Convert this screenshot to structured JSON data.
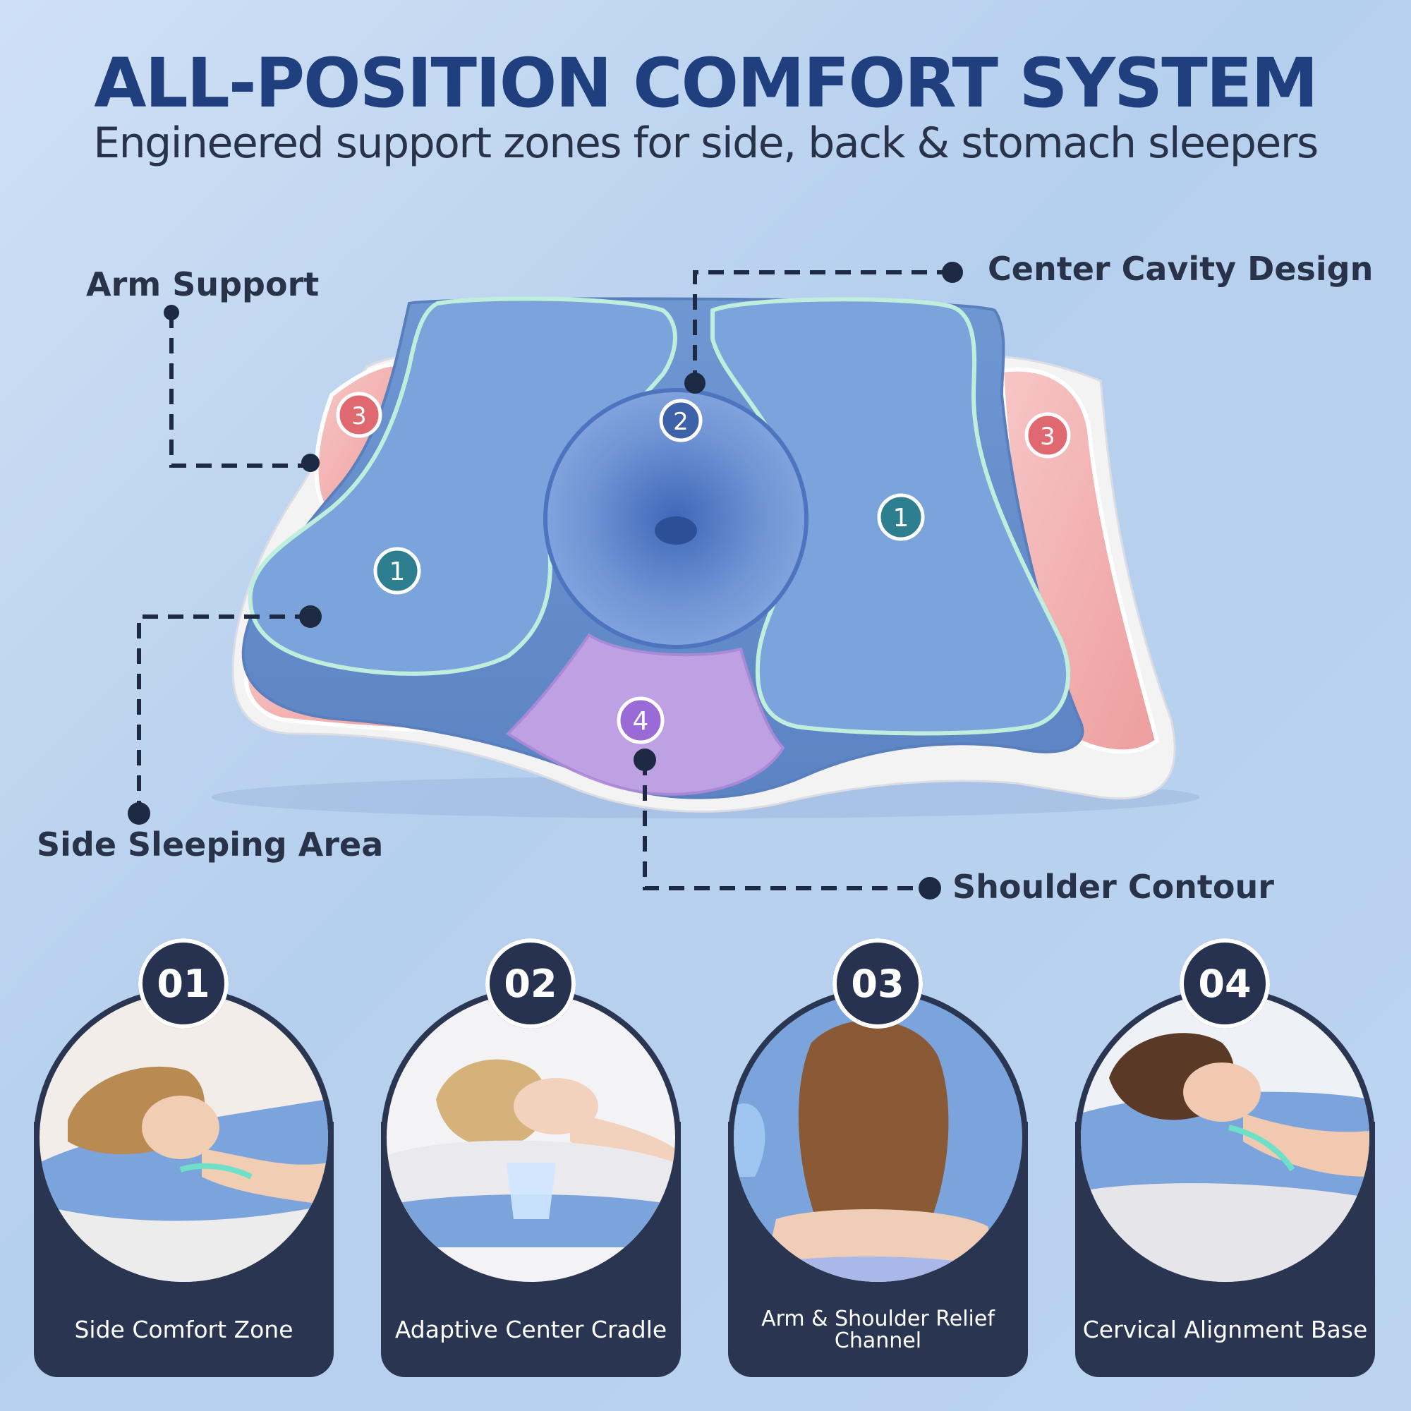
{
  "header": {
    "title": "ALL-POSITION COMFORT SYSTEM",
    "subtitle": "Engineered support zones for side, back & stomach sleepers"
  },
  "callouts": [
    {
      "id": "arm",
      "label": "Arm Support"
    },
    {
      "id": "cavity",
      "label": "Center Cavity Design"
    },
    {
      "id": "side",
      "label": "Side Sleeping Area"
    },
    {
      "id": "shoulder",
      "label": "Shoulder Contour"
    }
  ],
  "zone_markers": [
    "1",
    "1",
    "2",
    "3",
    "3",
    "4"
  ],
  "cards": [
    {
      "number": "01",
      "caption": "Side Comfort Zone"
    },
    {
      "number": "02",
      "caption": "Adaptive Center Cradle"
    },
    {
      "number": "03",
      "caption": "Arm & Shoulder Relief Channel"
    },
    {
      "number": "04",
      "caption": "Cervical Alignment Base"
    }
  ],
  "colors": {
    "title": "#1f3f7f",
    "pillow_blue": "#7ba4dc",
    "accent_pink": "#f2a8a8",
    "accent_purple": "#c7a4e6",
    "card_navy": "#2a3552",
    "marker_teal": "#2d7f8f",
    "marker_red": "#e06870",
    "marker_purple": "#9a6bd6"
  }
}
